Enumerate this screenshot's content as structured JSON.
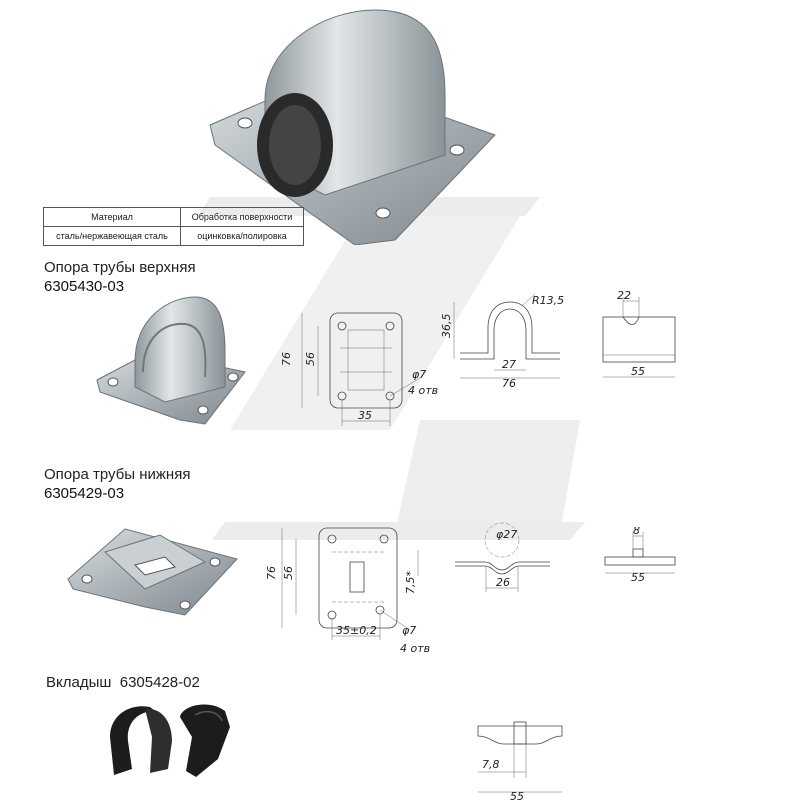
{
  "material_table": {
    "headers": [
      "Материал",
      "Обработка поверхности"
    ],
    "row": [
      "сталь/нержавеющая сталь",
      "оцинковка/полировка"
    ]
  },
  "part_upper": {
    "title": "Опора трубы верхняя",
    "code": "6305430-03",
    "dims": {
      "height": "76",
      "hole_spacing_v": "56",
      "hole_spacing_h": "35",
      "hole_dia": "φ7",
      "hole_count": "4 отв",
      "radius": "R13,5",
      "arch_height": "36,5",
      "inner_width": "27",
      "base_length": "76",
      "top_width": "22",
      "depth": "55"
    }
  },
  "part_lower": {
    "title": "Опора трубы нижняя",
    "code": "6305429-03",
    "dims": {
      "height": "76",
      "hole_spacing_v": "56",
      "hole_spacing_h": "35±0,2",
      "hole_dia": "φ7",
      "hole_count": "4 отв",
      "diameter": "φ27",
      "drop": "7,5*",
      "channel_width": "26",
      "slot_width": "8",
      "depth": "55"
    }
  },
  "part_insert": {
    "title": "Вкладыш",
    "code": "6305428-02",
    "dims": {
      "wall": "7,8",
      "length": "55"
    }
  },
  "colors": {
    "metal": "#b8bfc4",
    "metal_dark": "#7d868c",
    "watermark": "#ececec",
    "insert": "#1c1c1c"
  }
}
